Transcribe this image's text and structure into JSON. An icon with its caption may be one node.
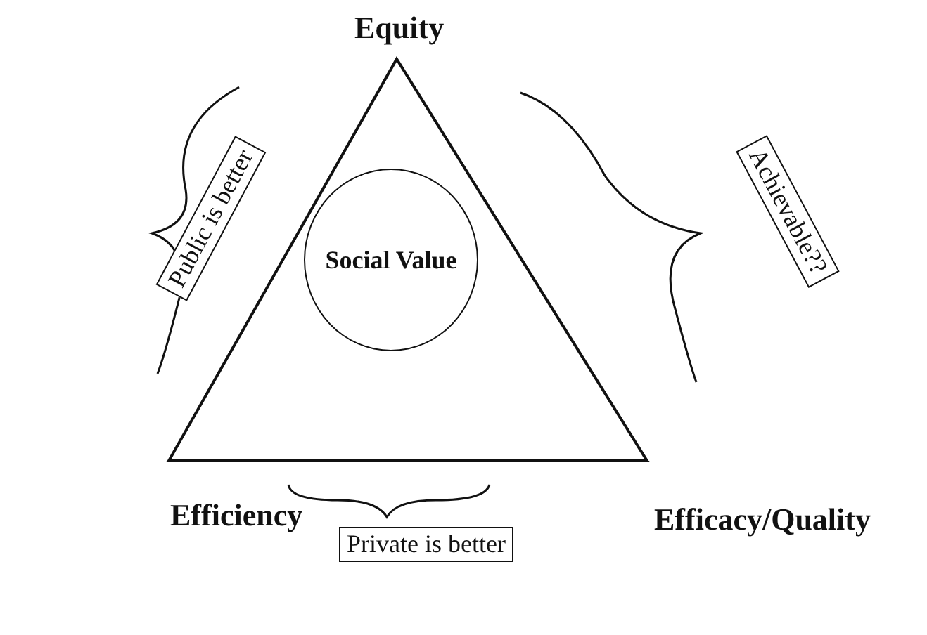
{
  "diagram": {
    "nodes": [
      {
        "text": [
          "Public is better"
        ]
      },
      {
        "text": [
          "Social Value"
        ]
      },
      {
        "text": [
          "Achievable??"
        ]
      },
      {
        "text": [
          "Private is better"
        ]
      }
    ],
    "labels": [
      "Equity",
      "Efficiency",
      "Efficacy/Quality"
    ]
  }
}
